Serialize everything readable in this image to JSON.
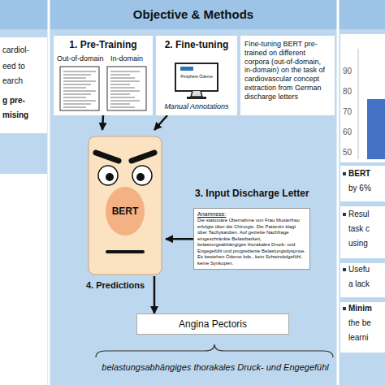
{
  "diagram": {
    "title": "Objective & Methods",
    "nodes": [
      {
        "text": [
          "1. Pre-Training",
          "Out-of-domain",
          "In-domain"
        ]
      },
      {
        "text": [
          "2. Fine-tuning",
          "Periphere Ödeme",
          "Manual Annotations"
        ]
      },
      {
        "text": [
          "Fine-tuning BERT pre-trained on different corpora (out-of-domain, in-domain) on the task of cardiovascular concept extraction from German discharge letters"
        ]
      },
      {
        "text": [
          "BERT"
        ]
      },
      {
        "text": [
          "Anamnese:",
          "Die stationäre Übernahme von Frau Musterfrau erfolgte über die Chirurgie. Die Patientin klagt über Tachykardien. Auf gezielte Nachfrage eingeschränkte Belastbarkeit, belastungsabhängiges thorakales Druck- und Engegefühl und progrediente Belastungsdyspnoe. Es bestehen Ödeme bds., kein Schwindelgefühl, keine Synkopen."
        ]
      },
      {
        "text": [
          "Angina Pectoris"
        ]
      }
    ],
    "edges": [
      {
        "from": 0,
        "to": 3,
        "arrow": "to"
      },
      {
        "from": 1,
        "to": 3,
        "arrow": "to"
      },
      {
        "from": 4,
        "to": 3,
        "arrow": "to"
      },
      {
        "from": 3,
        "to": 5,
        "arrow": "to"
      }
    ],
    "labels": [
      "cardiol-",
      "eed to",
      "earch",
      "g pre-",
      "mising",
      "3. Input Discharge Letter",
      "4. Predictions",
      "belastungsabhängiges thorakales Druck- und Engegefühl",
      "90",
      "80",
      "70",
      "60",
      "50",
      "BERT",
      "by 6%",
      "Resul",
      "task c",
      "using",
      "Usefu",
      "a lack",
      "Minim",
      "the be",
      "learni"
    ]
  }
}
